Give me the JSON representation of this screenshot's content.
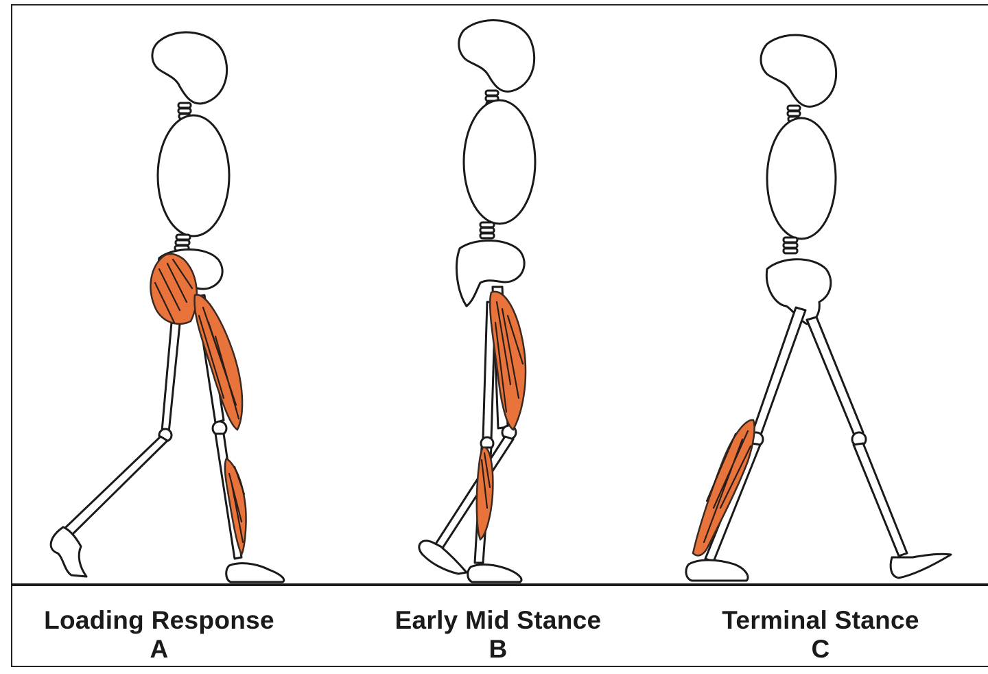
{
  "figure": {
    "panels": [
      {
        "phase": "Loading Response",
        "letter": "A"
      },
      {
        "phase": "Early Mid Stance",
        "letter": "B"
      },
      {
        "phase": "Terminal Stance",
        "letter": "C"
      }
    ],
    "colors": {
      "muscle": "#e8743c",
      "outline": "#1a1a1a",
      "background": "#ffffff"
    }
  }
}
